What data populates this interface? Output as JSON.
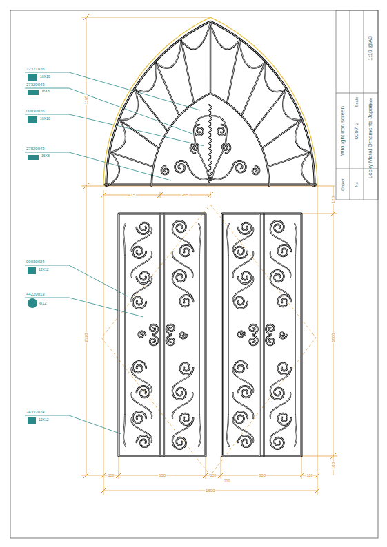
{
  "diagram": {
    "labels": [
      "32321026",
      "16X16",
      "27320043",
      "16X8",
      "00030026",
      "16X16",
      "27820043",
      "16X8",
      "00030024",
      "12X12",
      "44220013",
      "φ12",
      "24333024",
      "12X12",
      "1165",
      "415",
      "365",
      "120",
      "1800",
      "2320",
      "100",
      "600",
      "100",
      "100",
      "600",
      "100",
      "1600",
      "100",
      "Object",
      "Wrought iron screen",
      "No",
      "0097-2",
      "Scale",
      "1:10 @A3",
      "Date",
      "Lecky Metal Ornaments Japan"
    ]
  }
}
